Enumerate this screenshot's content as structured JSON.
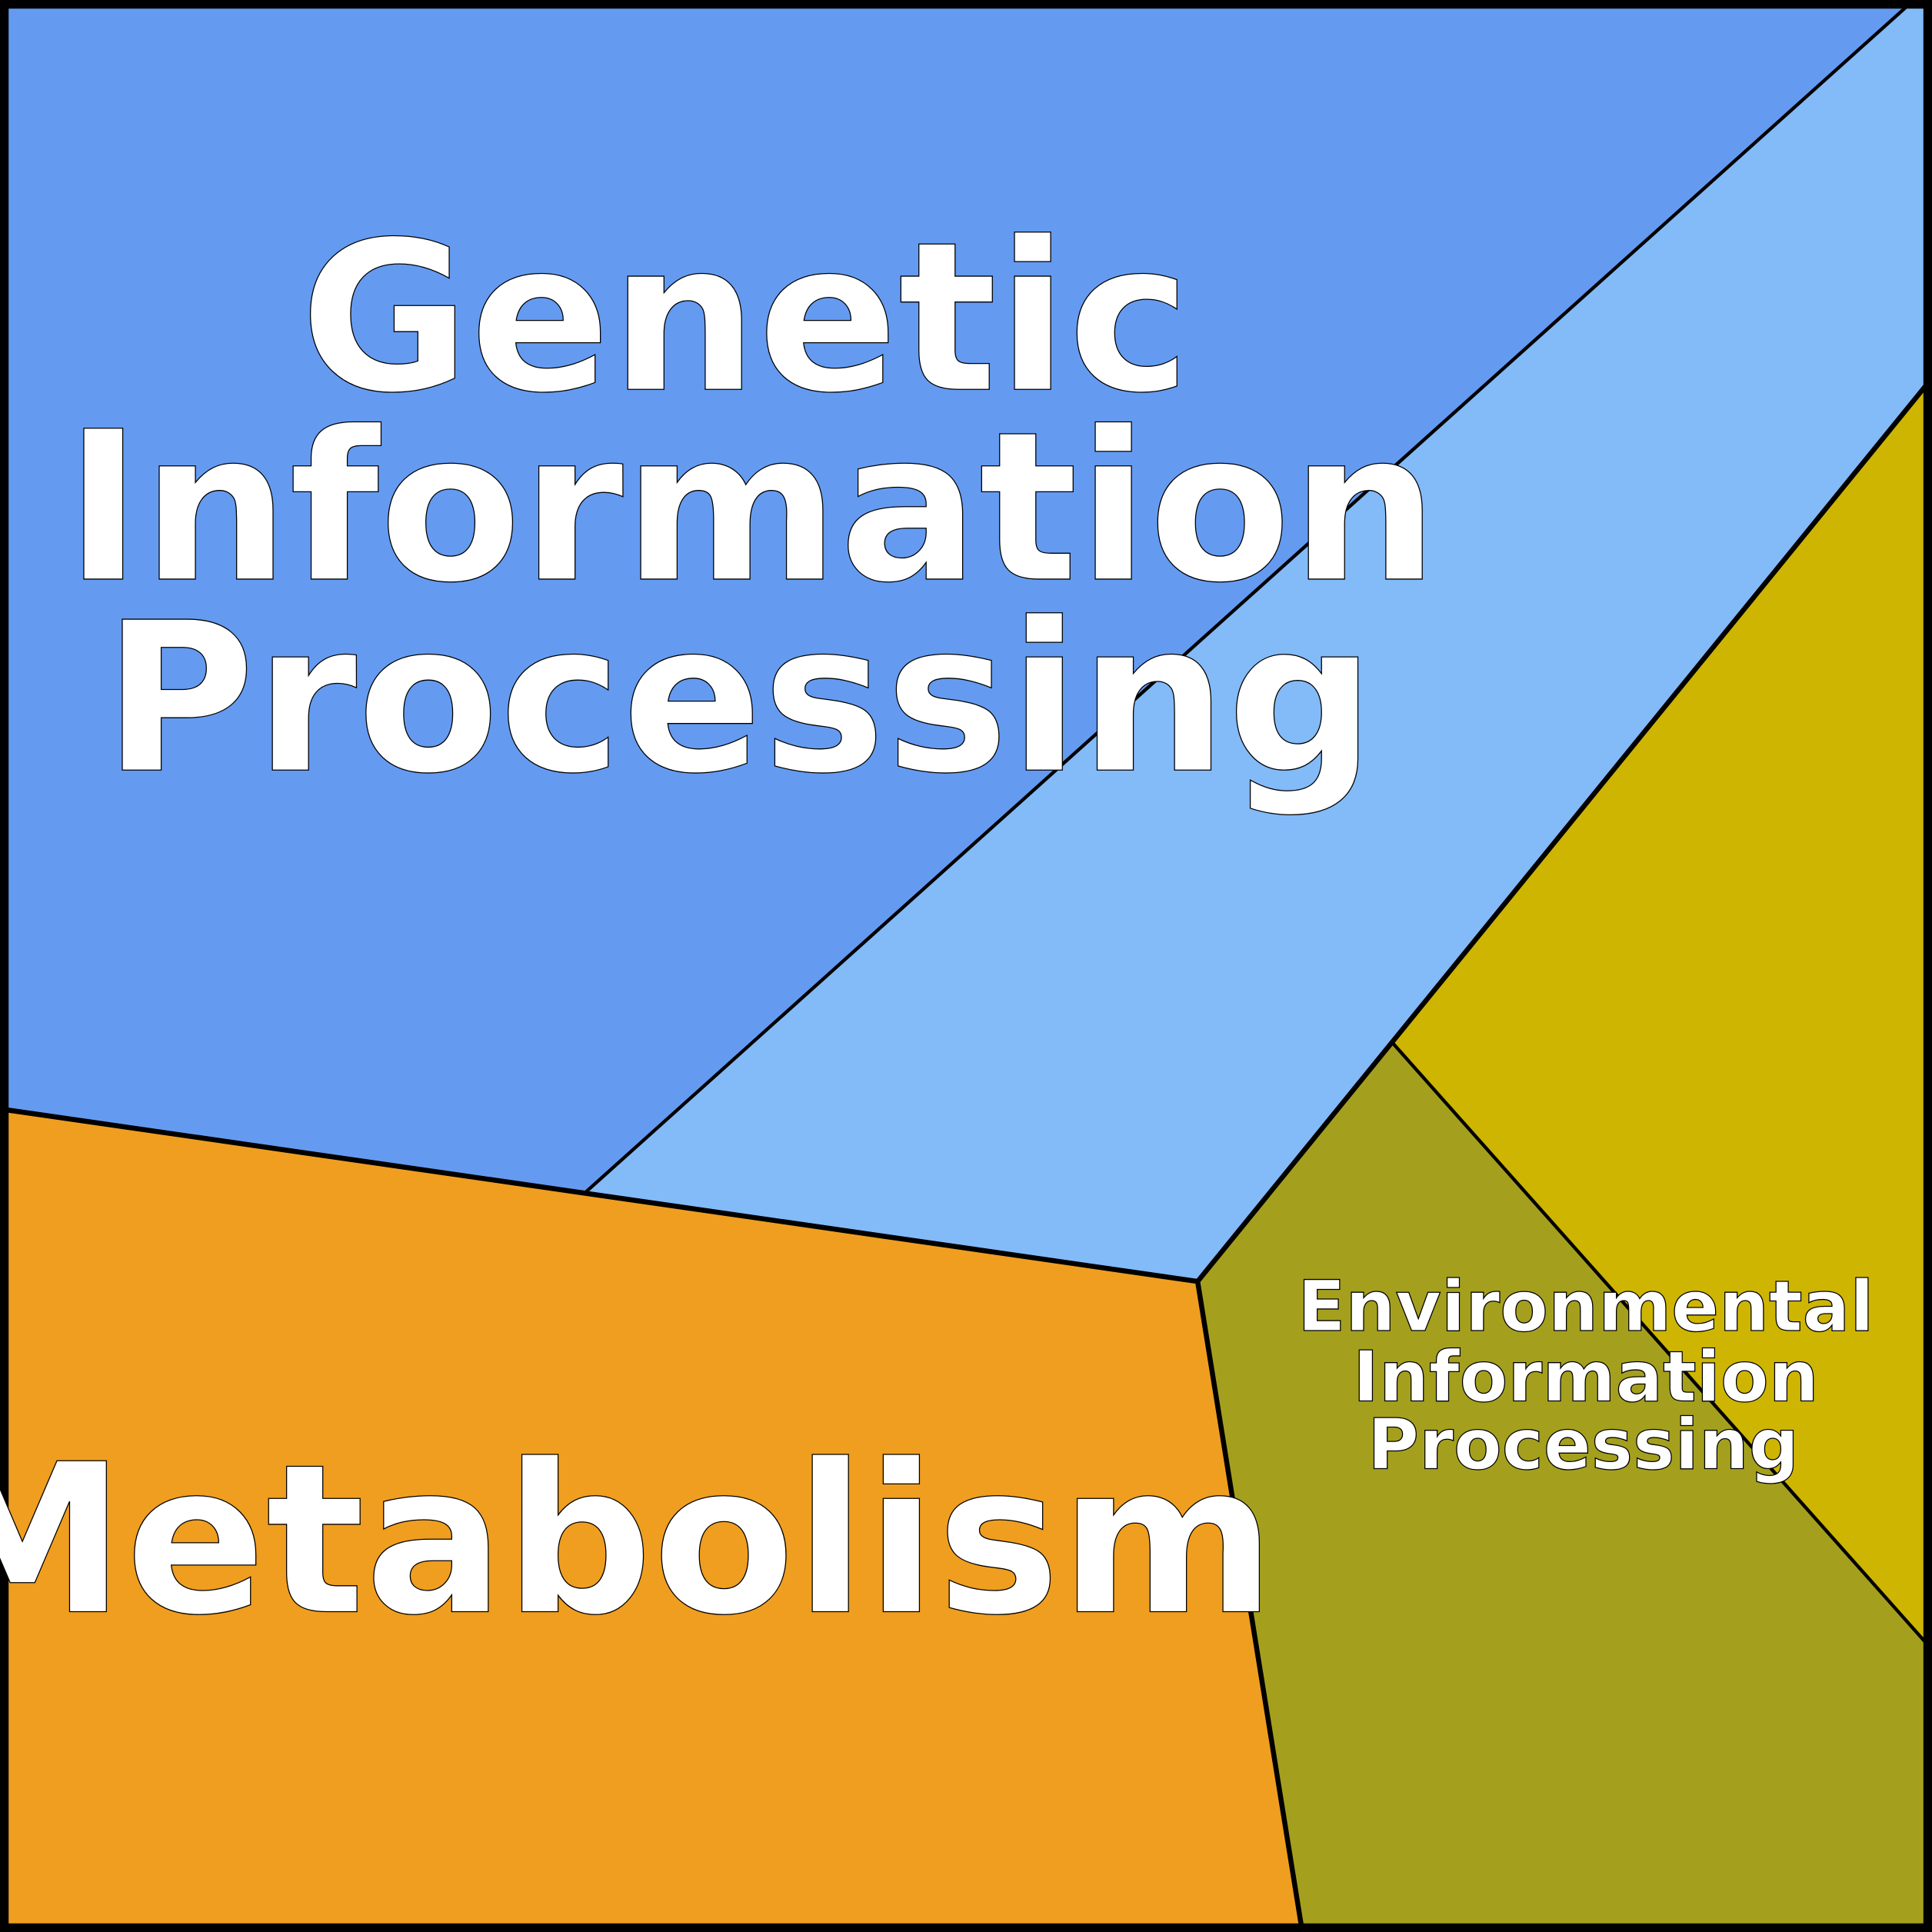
{
  "regions": [
    {
      "id": "genetic",
      "lines": [
        "Genetic",
        "Information",
        "Processing"
      ],
      "color": "#649bf1"
    },
    {
      "id": "genetic-sub",
      "color": "#83baf8"
    },
    {
      "id": "metabolism",
      "lines": [
        "Metabolism"
      ],
      "color": "#ef9e20"
    },
    {
      "id": "environmental",
      "lines": [
        "Environmental",
        "Information",
        "Processing"
      ],
      "color": "#a4a01e"
    },
    {
      "id": "environmental-sub",
      "color": "#ceb502"
    }
  ],
  "border_color": "#000000"
}
